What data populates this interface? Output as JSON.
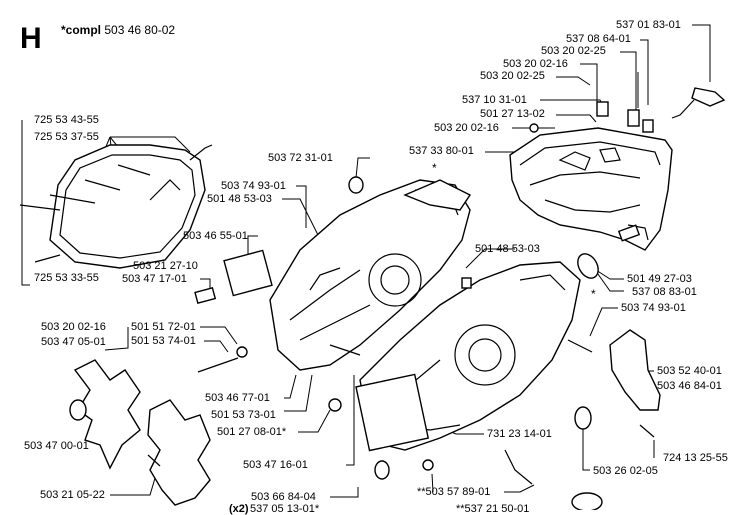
{
  "section": {
    "letter": "H",
    "compl_prefix": "*compl",
    "compl_number": "503 46 80-02"
  },
  "labels": [
    "537 01 83-01",
    "537 08 64-01",
    "503 20 02-25",
    "503 20 02-16",
    "503 20 02-25",
    "537 10 31-01",
    "501 27 13-02",
    "503 20 02-16",
    "537 33 80-01",
    "503 72 31-01",
    "503 74 93-01",
    "501 48 53-03",
    "725 53 43-55",
    "725 53 37-55",
    "503 46 55-01",
    "503 21 27-10",
    "503 47 17-01",
    "501 48 53-03",
    "501 49 27-03",
    "537 08 83-01",
    "725 53 33-55",
    "503 20 02-16",
    "501 51 72-01",
    "503 47 05-01",
    "501 53 74-01",
    "503 74 93-01",
    "503 52 40-01",
    "503 46 84-01",
    "503 46 77-01",
    "501 53 73-01",
    "501 27 08-01*",
    "503 47 00-01",
    "731 23 14-01",
    "724 13 25-55",
    "503 47 16-01",
    "503 26 02-05",
    "503 21 05-22",
    "**503 57 89-01",
    "503 66 84-04",
    "537 05 13-01*",
    "(x2)",
    "**537 21 50-01"
  ],
  "star_marks": [
    "*",
    "*"
  ]
}
